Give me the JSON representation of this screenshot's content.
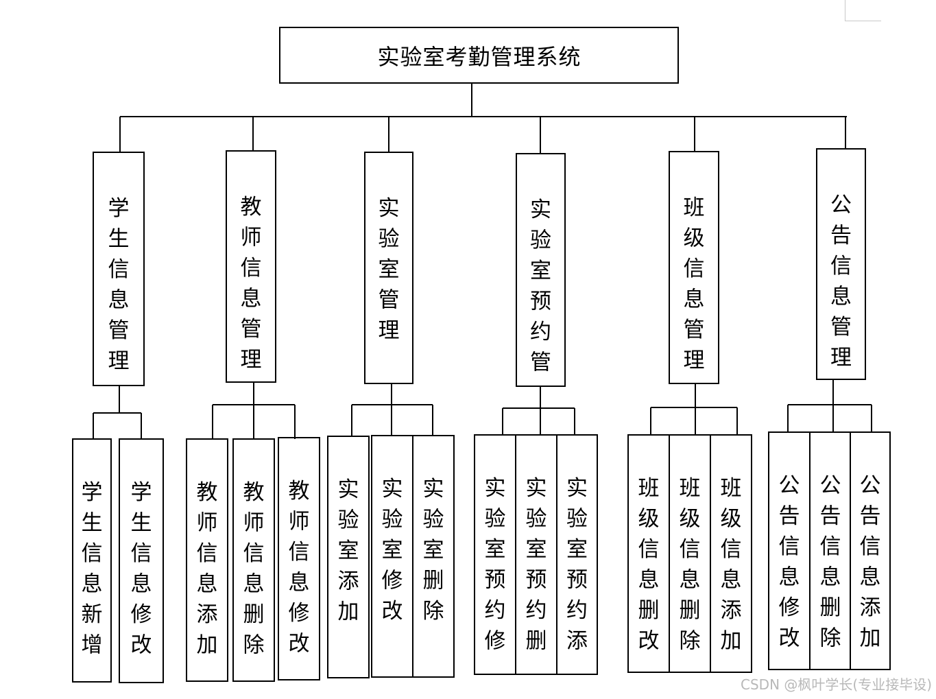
{
  "title": "实验室考勤管理系统",
  "modules": [
    {
      "label": "学生信息管理",
      "children": [
        "学生信息新增",
        "学生信息修改"
      ]
    },
    {
      "label": "教师信息管理",
      "children": [
        "教师信息添加",
        "教师信息删除",
        "教师信息修改"
      ]
    },
    {
      "label": "实验室管理",
      "children": [
        "实验室添加",
        "实验室修改",
        "实验室删除"
      ]
    },
    {
      "label": "实验室预约管",
      "children": [
        "实验室预约修",
        "实验室预约删",
        "实验室预约添"
      ]
    },
    {
      "label": "班级信息管理",
      "children": [
        "班级信息删改",
        "班级信息删除",
        "班级信息添加"
      ]
    },
    {
      "label": "公告信息管理",
      "children": [
        "公告信息修改",
        "公告信息删除",
        "公告信息添加"
      ]
    }
  ],
  "watermark": "CSDN @枫叶学长(专业接毕设)"
}
